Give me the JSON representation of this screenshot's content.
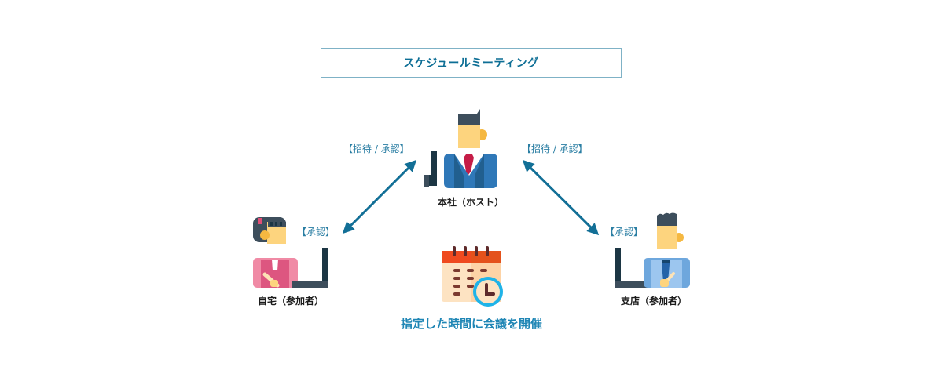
{
  "title": "スケジュールミーティング",
  "nodes": {
    "host": {
      "label": "本社（ホスト）"
    },
    "home": {
      "label": "自宅（参加者）"
    },
    "branch": {
      "label": "支店（参加者）"
    }
  },
  "connections": {
    "left_tag": "【招待 / 承認】",
    "right_tag": "【招待 / 承認】",
    "home_tag": "【承認】",
    "branch_tag": "【承認】"
  },
  "caption": "指定した時間に会議を開催",
  "colors": {
    "accent": "#0d6e95",
    "arrow": "#126f96",
    "caption": "#1f86b5"
  }
}
